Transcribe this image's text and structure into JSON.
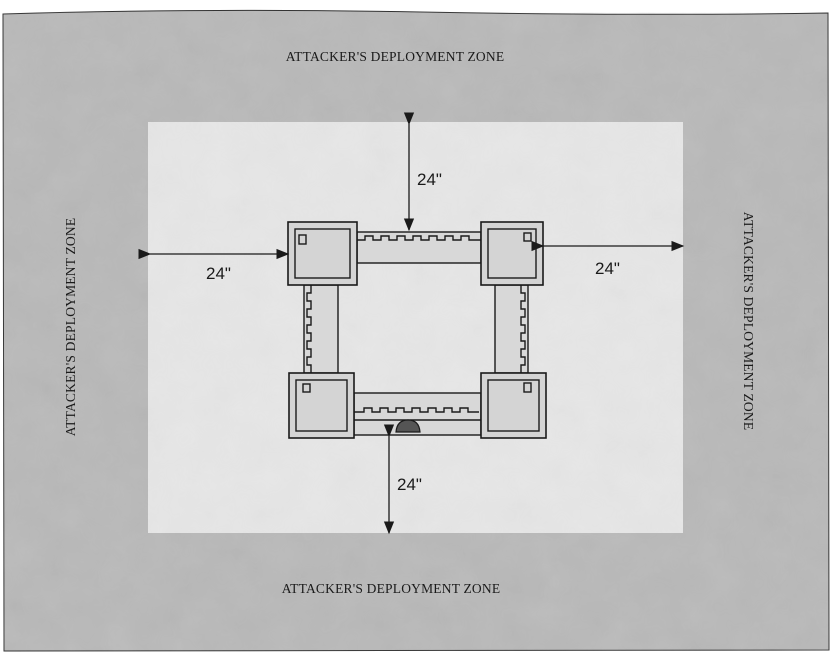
{
  "zones": {
    "top": "ATTACKER'S DEPLOYMENT ZONE",
    "bottom": "ATTACKER'S DEPLOYMENT ZONE",
    "left": "ATTACKER'S DEPLOYMENT ZONE",
    "right": "ATTACKER'S DEPLOYMENT ZONE"
  },
  "measurements": {
    "top": "24\"",
    "left": "24\"",
    "right": "24\"",
    "bottom": "24\""
  },
  "colors": {
    "outer_zone": "#b9b9b9",
    "defender_area": "#e6e6e6",
    "ink": "#1a1a1a"
  }
}
